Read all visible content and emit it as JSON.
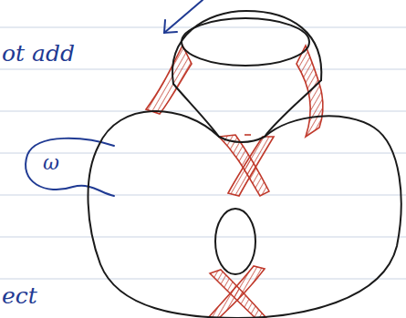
{
  "diagram": {
    "labels": [
      "ot add",
      "ω",
      "ect"
    ]
  }
}
